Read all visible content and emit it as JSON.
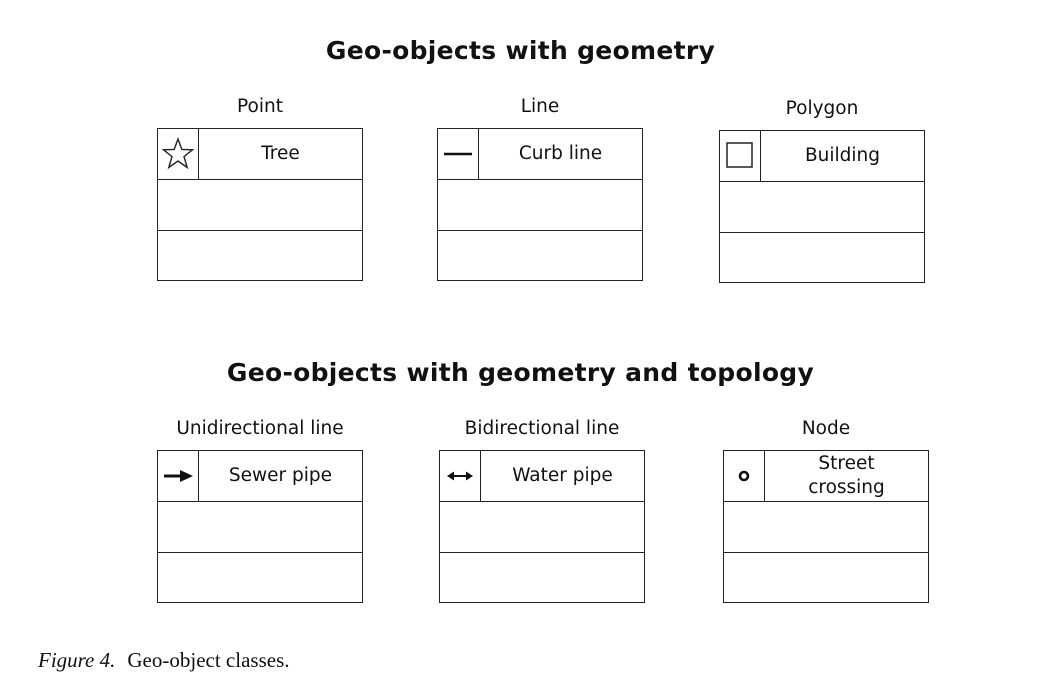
{
  "sections": [
    {
      "title": "Geo-objects with geometry",
      "classes": [
        {
          "label": "Point",
          "name": "Tree",
          "icon": "star-icon"
        },
        {
          "label": "Line",
          "name": "Curb line",
          "icon": "line-icon"
        },
        {
          "label": "Polygon",
          "name": "Building",
          "icon": "square-icon"
        }
      ]
    },
    {
      "title": "Geo-objects with geometry and topology",
      "classes": [
        {
          "label": "Unidirectional line",
          "name": "Sewer pipe",
          "icon": "arrow-right-icon"
        },
        {
          "label": "Bidirectional line",
          "name": "Water pipe",
          "icon": "double-arrow-icon"
        },
        {
          "label": "Node",
          "name": "Street\ncrossing",
          "icon": "node-dot-icon"
        }
      ]
    }
  ],
  "caption": {
    "number": "Figure 4.",
    "text": "Geo-object classes."
  }
}
